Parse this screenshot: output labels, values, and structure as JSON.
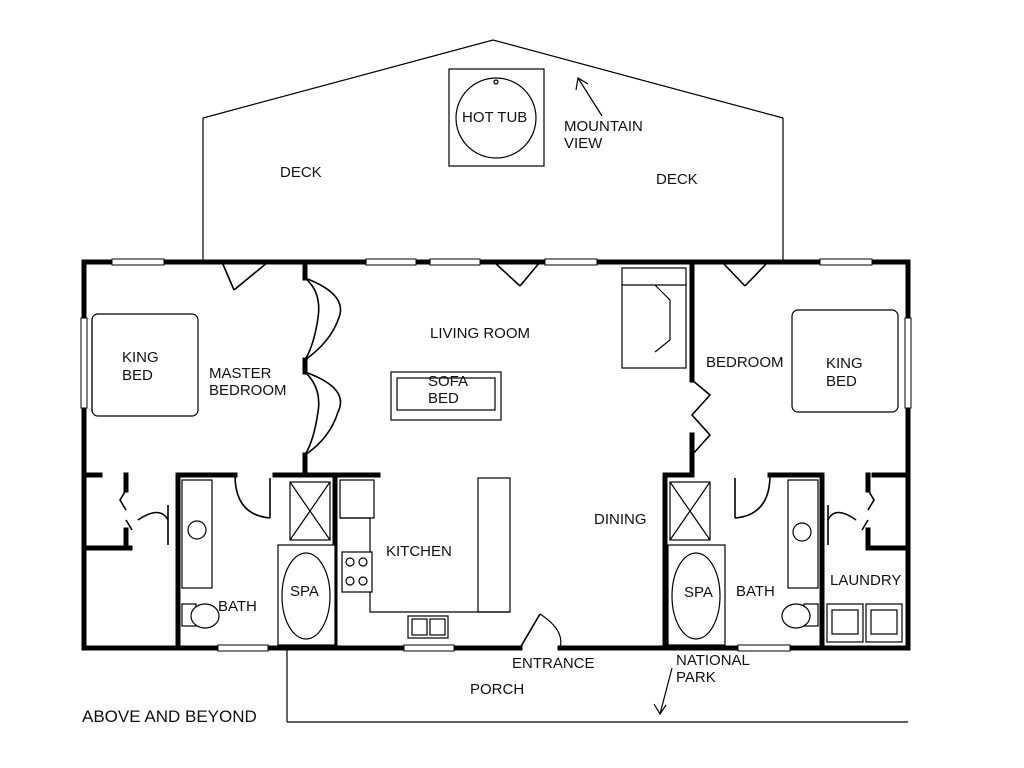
{
  "labels": {
    "hot_tub": "HOT TUB",
    "mountain_view_1": "MOUNTAIN",
    "mountain_view_2": "VIEW",
    "deck_left": "DECK",
    "deck_right": "DECK",
    "living_room": "LIVING ROOM",
    "sofa_bed_1": "SOFA",
    "sofa_bed_2": "BED",
    "king_bed_left_1": "KING",
    "king_bed_left_2": "BED",
    "master_bedroom_1": "MASTER",
    "master_bedroom_2": "BEDROOM",
    "bedroom": "BEDROOM",
    "king_bed_right_1": "KING",
    "king_bed_right_2": "BED",
    "dining": "DINING",
    "kitchen": "KITCHEN",
    "bath_left": "BATH",
    "spa_left": "SPA",
    "spa_right": "SPA",
    "bath_right": "BATH",
    "laundry": "LAUNDRY",
    "entrance": "ENTRANCE",
    "national_park_1": "NATIONAL",
    "national_park_2": "PARK",
    "porch": "PORCH",
    "title": "ABOVE AND BEYOND"
  }
}
